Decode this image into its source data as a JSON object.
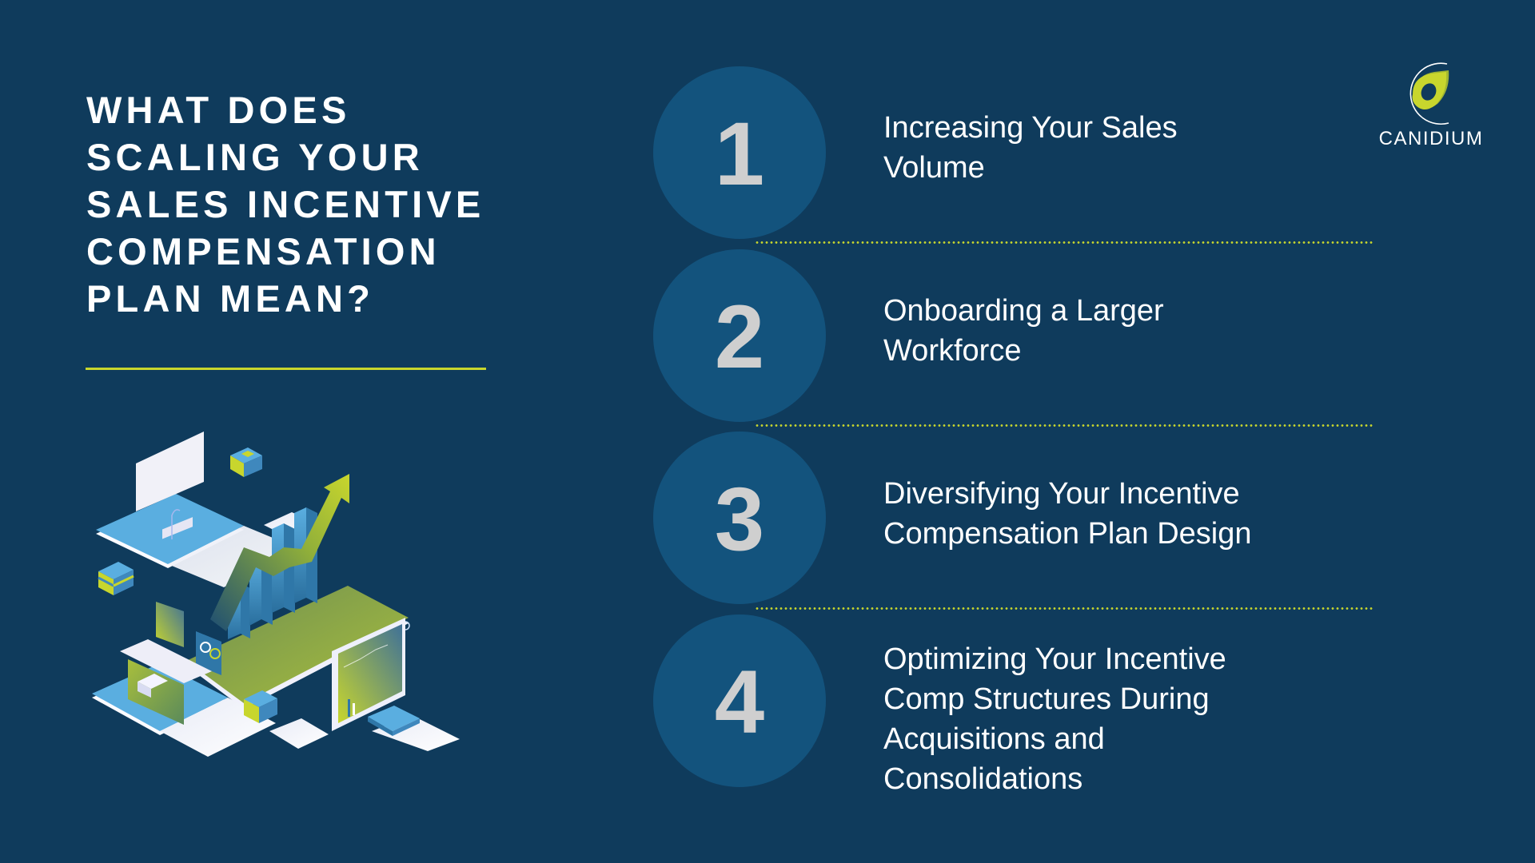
{
  "heading": {
    "lines": [
      "WHAT DOES",
      "SCALING YOUR",
      "SALES INCENTIVE",
      "COMPENSATION",
      "PLAN MEAN?"
    ]
  },
  "brand": {
    "name": "CANIDIUM",
    "logo_icon": "canidium-leaf-logo-icon"
  },
  "items": [
    {
      "number": "1",
      "lines": [
        "Increasing Your Sales",
        "Volume"
      ]
    },
    {
      "number": "2",
      "lines": [
        "Onboarding a Larger",
        "Workforce"
      ]
    },
    {
      "number": "3",
      "lines": [
        "Diversifying Your Incentive",
        "Compensation Plan Design"
      ]
    },
    {
      "number": "4",
      "lines": [
        "Optimizing Your Incentive",
        "Comp Structures During",
        "Acquisitions and",
        "Consolidations"
      ]
    }
  ],
  "illustration": {
    "icon": "isometric-sales-growth-illustration-icon"
  },
  "colors": {
    "background": "#0f3b5c",
    "circle": "#13537d",
    "number": "#cfcfcf",
    "accent": "#c8d62d",
    "text": "#ffffff"
  }
}
